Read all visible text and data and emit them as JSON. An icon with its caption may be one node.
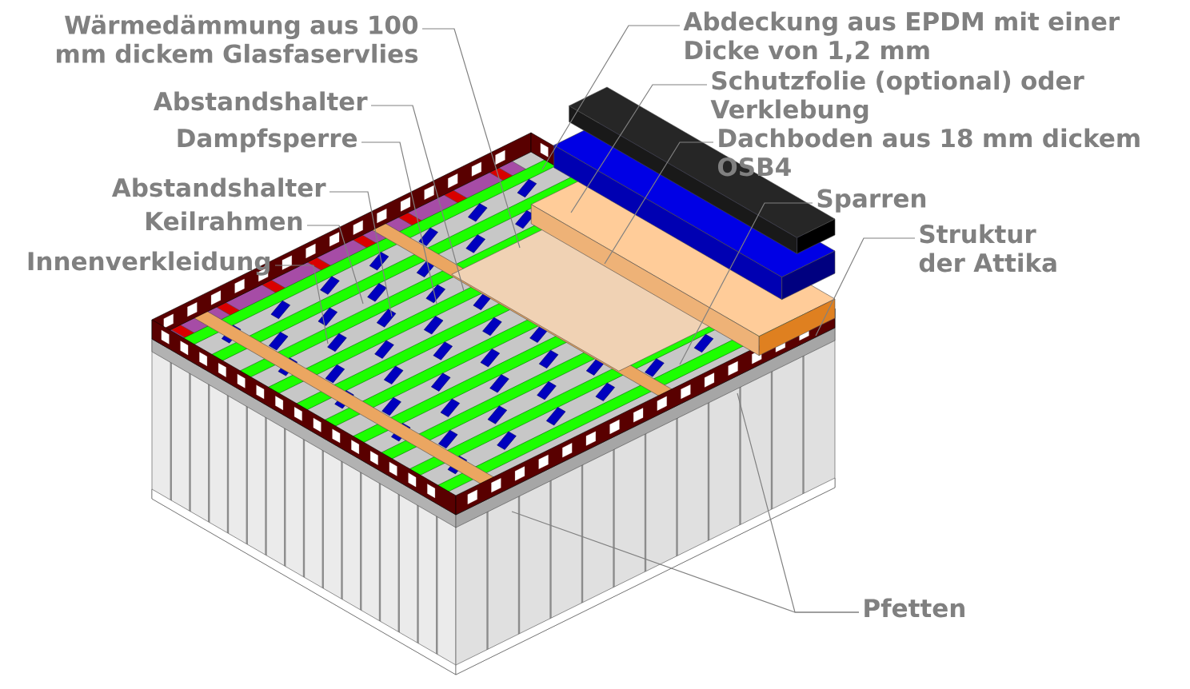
{
  "diagram": {
    "nodes": [
      {
        "text": [
          "Wärmedämmung aus 100 mm dickem Glasfaservlies"
        ]
      },
      {
        "text": [
          "Abstandshalter"
        ]
      },
      {
        "text": [
          "Dampfsperre"
        ]
      },
      {
        "text": [
          "Abstandshalter"
        ]
      },
      {
        "text": [
          "Keilrahmen"
        ]
      },
      {
        "text": [
          "Innenverkleidung"
        ]
      },
      {
        "text": [
          "Abdeckung aus EPDM mit einer Dicke von 1,2 mm"
        ]
      },
      {
        "text": [
          "Schutzfolie (optional) oder Verklebung"
        ]
      },
      {
        "text": [
          "Dachboden aus 18 mm dickem OSB4"
        ]
      },
      {
        "text": [
          "Sparren"
        ]
      },
      {
        "text": [
          "Struktur der Attika"
        ]
      },
      {
        "text": [
          "Pfetten"
        ]
      }
    ],
    "edges": [
      {
        "from": 0,
        "to": null,
        "arrow": "none"
      },
      {
        "from": 1,
        "to": null,
        "arrow": "none"
      },
      {
        "from": 2,
        "to": null,
        "arrow": "none"
      },
      {
        "from": 3,
        "to": null,
        "arrow": "none"
      },
      {
        "from": 4,
        "to": null,
        "arrow": "none"
      },
      {
        "from": 5,
        "to": null,
        "arrow": "none"
      },
      {
        "from": 6,
        "to": null,
        "arrow": "none"
      },
      {
        "from": 7,
        "to": null,
        "arrow": "none"
      },
      {
        "from": 8,
        "to": null,
        "arrow": "none"
      },
      {
        "from": 9,
        "to": null,
        "arrow": "none"
      },
      {
        "from": 10,
        "to": null,
        "arrow": "none"
      },
      {
        "from": 11,
        "to": null,
        "arrow": "none"
      },
      {
        "from": 11,
        "to": null,
        "arrow": "none"
      }
    ]
  }
}
